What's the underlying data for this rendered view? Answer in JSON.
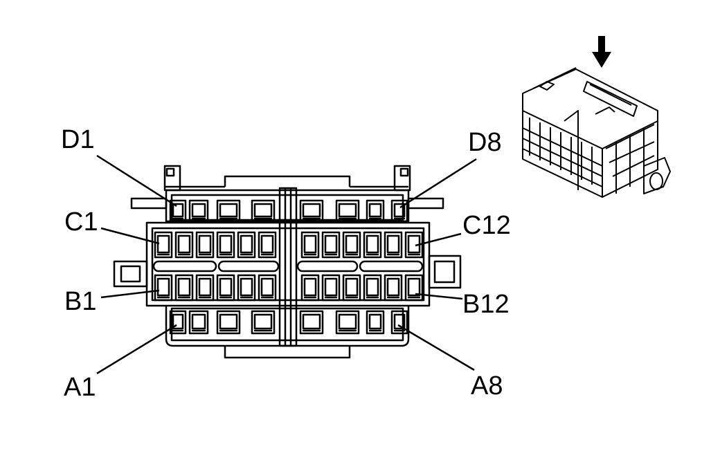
{
  "labels": {
    "d1": "D1",
    "d8": "D8",
    "c1": "C1",
    "c12": "C12",
    "b1": "B1",
    "b12": "B12",
    "a1": "A1",
    "a8": "A8"
  },
  "colors": {
    "line": "#000000",
    "background": "#ffffff"
  }
}
